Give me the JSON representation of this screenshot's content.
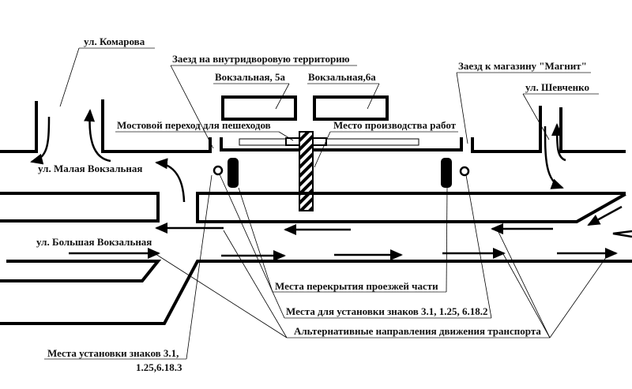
{
  "diagram": {
    "title": "Схема организации дорожного движения на месте производства работ",
    "labels": {
      "komarova": "ул. Комарова",
      "entry_yard": "Заезд на внутридворовую территорию",
      "vokzalnaya_5a": "Вокзальная, 5а",
      "vokzalnaya_6a": "Вокзальная,6а",
      "entry_magnit": "Заезд к магазину \"Магнит\"",
      "shevchenko": "ул. Шевченко",
      "bridge_crossing": "Мостовой переход для пешеходов",
      "work_site": "Место производства работ",
      "malaya_vokzalnaya": "ул. Малая Вокзальная",
      "bolshaya_vokzalnaya": "ул. Большая Вокзальная",
      "road_closure": "Места перекрытия проезжей части",
      "signs_right": "Места для установки знаков 3.1, 1.25, 6.18.2",
      "alt_directions": "Альтернативные направления движения транспорта",
      "signs_left_line1": "Места установки знаков 3.1,",
      "signs_left_line2": "1.25,6.18.3"
    },
    "legend_items": [
      {
        "symbol": "circle",
        "meaning": "sign-location"
      },
      {
        "symbol": "black-rounded-rect",
        "meaning": "road-closure"
      },
      {
        "symbol": "hatched-rect",
        "meaning": "work-site"
      }
    ],
    "colors": {
      "line": "#000000",
      "background": "#ffffff",
      "leader": "#000000"
    }
  }
}
